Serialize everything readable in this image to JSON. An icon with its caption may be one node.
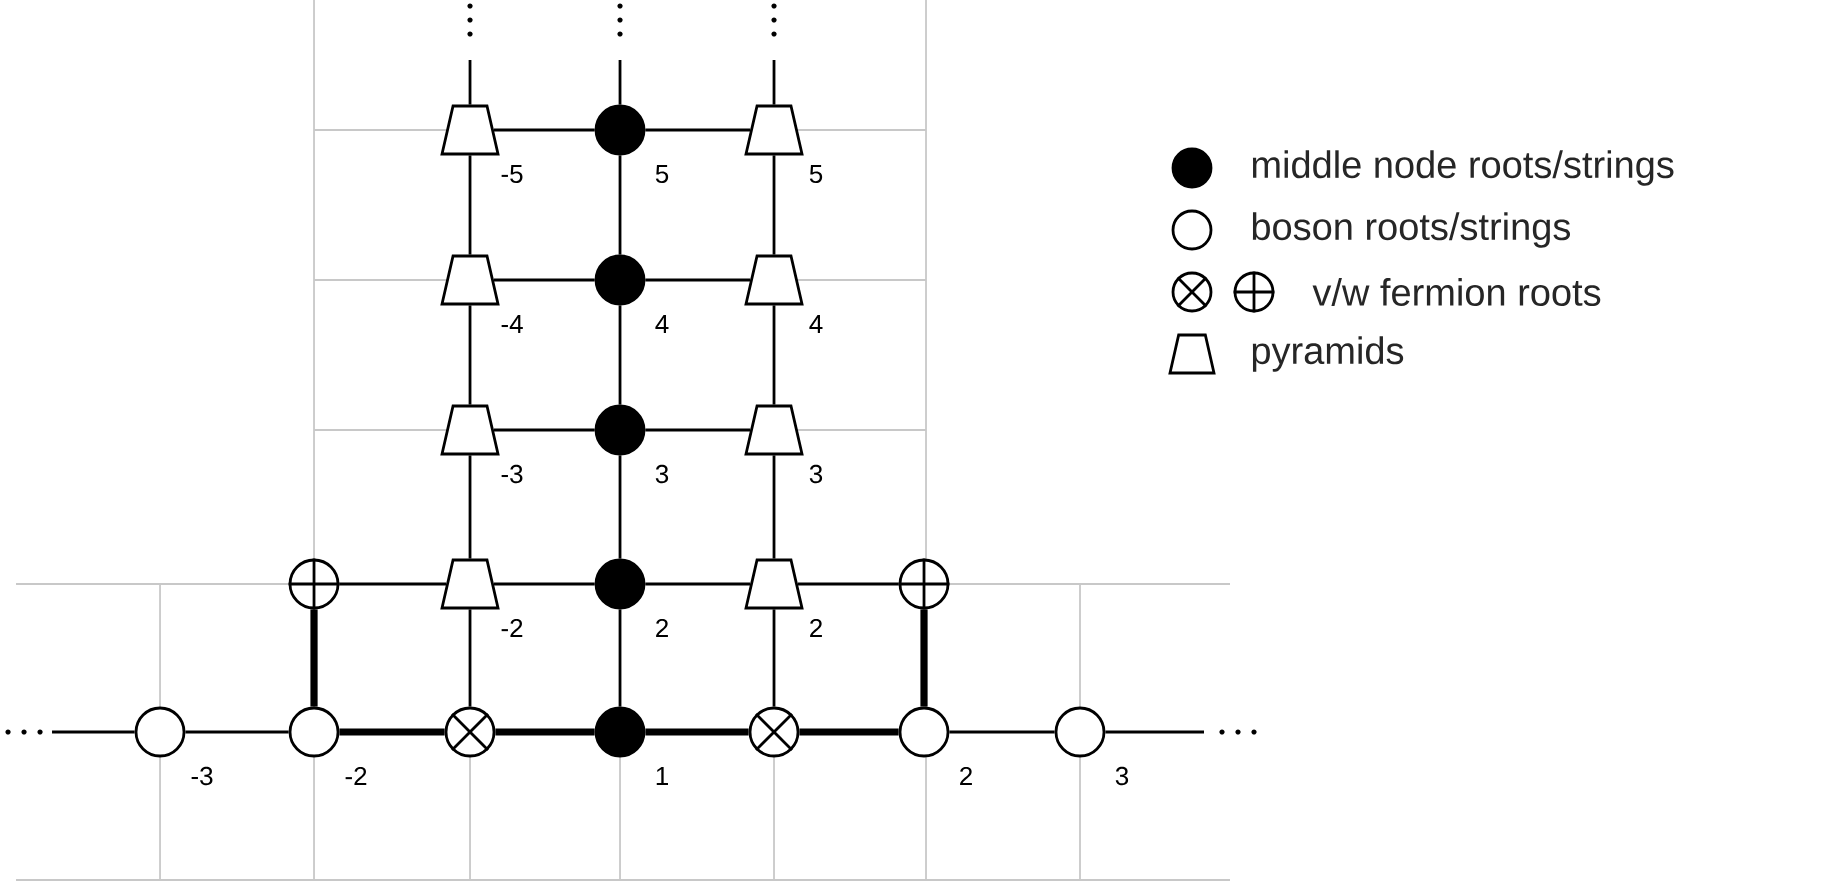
{
  "diagram": {
    "nodes": [
      {
        "text": [],
        "shape": "trapezoid",
        "beside": [
          "-5"
        ]
      },
      {
        "text": [],
        "shape": "dot",
        "beside": [
          "5"
        ]
      },
      {
        "text": [],
        "shape": "trapezoid",
        "beside": [
          "5"
        ]
      },
      {
        "text": [],
        "shape": "trapezoid",
        "beside": [
          "-4"
        ]
      },
      {
        "text": [],
        "shape": "dot",
        "beside": [
          "4"
        ]
      },
      {
        "text": [],
        "shape": "trapezoid",
        "beside": [
          "4"
        ]
      },
      {
        "text": [],
        "shape": "trapezoid",
        "beside": [
          "-3"
        ]
      },
      {
        "text": [],
        "shape": "dot",
        "beside": [
          "3"
        ]
      },
      {
        "text": [],
        "shape": "trapezoid",
        "beside": [
          "3"
        ]
      },
      {
        "text": [],
        "shape": "circle-plus"
      },
      {
        "text": [],
        "shape": "trapezoid",
        "beside": [
          "-2"
        ]
      },
      {
        "text": [],
        "shape": "dot",
        "beside": [
          "2"
        ]
      },
      {
        "text": [],
        "shape": "trapezoid",
        "beside": [
          "2"
        ]
      },
      {
        "text": [],
        "shape": "circle-plus"
      },
      {
        "text": [],
        "shape": "circle",
        "beside": [
          "-3"
        ]
      },
      {
        "text": [],
        "shape": "circle",
        "beside": [
          "-2"
        ]
      },
      {
        "text": [],
        "shape": "circle-cross"
      },
      {
        "text": [],
        "shape": "dot",
        "beside": [
          "1"
        ]
      },
      {
        "text": [],
        "shape": "circle-cross"
      },
      {
        "text": [],
        "shape": "circle",
        "beside": [
          "2"
        ]
      },
      {
        "text": [],
        "shape": "circle",
        "beside": [
          "3"
        ]
      }
    ],
    "edges": [
      {
        "from": 0,
        "to": null,
        "arrow": "none"
      },
      {
        "from": 1,
        "to": null,
        "arrow": "none"
      },
      {
        "from": 2,
        "to": null,
        "arrow": "none"
      },
      {
        "from": 0,
        "to": 1,
        "arrow": "none"
      },
      {
        "from": 1,
        "to": 2,
        "arrow": "none"
      },
      {
        "from": 0,
        "to": 3,
        "arrow": "none"
      },
      {
        "from": 1,
        "to": 4,
        "arrow": "none"
      },
      {
        "from": 2,
        "to": 5,
        "arrow": "none"
      },
      {
        "from": 3,
        "to": 4,
        "arrow": "none"
      },
      {
        "from": 4,
        "to": 5,
        "arrow": "none"
      },
      {
        "from": 3,
        "to": 6,
        "arrow": "none"
      },
      {
        "from": 4,
        "to": 7,
        "arrow": "none"
      },
      {
        "from": 5,
        "to": 8,
        "arrow": "none"
      },
      {
        "from": 6,
        "to": 7,
        "arrow": "none"
      },
      {
        "from": 7,
        "to": 8,
        "arrow": "none"
      },
      {
        "from": 6,
        "to": 10,
        "arrow": "none"
      },
      {
        "from": 7,
        "to": 11,
        "arrow": "none"
      },
      {
        "from": 8,
        "to": 12,
        "arrow": "none"
      },
      {
        "from": 9,
        "to": 10,
        "arrow": "none"
      },
      {
        "from": 10,
        "to": 11,
        "arrow": "none"
      },
      {
        "from": 11,
        "to": 12,
        "arrow": "none"
      },
      {
        "from": 12,
        "to": 13,
        "arrow": "none"
      },
      {
        "from": 9,
        "to": 15,
        "arrow": "none",
        "style": "thick"
      },
      {
        "from": 10,
        "to": 16,
        "arrow": "none"
      },
      {
        "from": 11,
        "to": 17,
        "arrow": "none"
      },
      {
        "from": 12,
        "to": 18,
        "arrow": "none"
      },
      {
        "from": 13,
        "to": 19,
        "arrow": "none",
        "style": "thick"
      },
      {
        "from": null,
        "to": 14,
        "arrow": "none"
      },
      {
        "from": 14,
        "to": 15,
        "arrow": "none"
      },
      {
        "from": 15,
        "to": 16,
        "arrow": "none",
        "style": "thick"
      },
      {
        "from": 16,
        "to": 17,
        "arrow": "none",
        "style": "thick"
      },
      {
        "from": 17,
        "to": 18,
        "arrow": "none",
        "style": "thick"
      },
      {
        "from": 18,
        "to": 19,
        "arrow": "none",
        "style": "thick"
      },
      {
        "from": 19,
        "to": 20,
        "arrow": "none"
      },
      {
        "from": 20,
        "to": null,
        "arrow": "none"
      }
    ],
    "legend": [
      {
        "text": "middle node roots/strings"
      },
      {
        "text": "boson roots/strings"
      },
      {
        "text": "v/w fermion roots"
      },
      {
        "text": "pyramids"
      }
    ]
  }
}
